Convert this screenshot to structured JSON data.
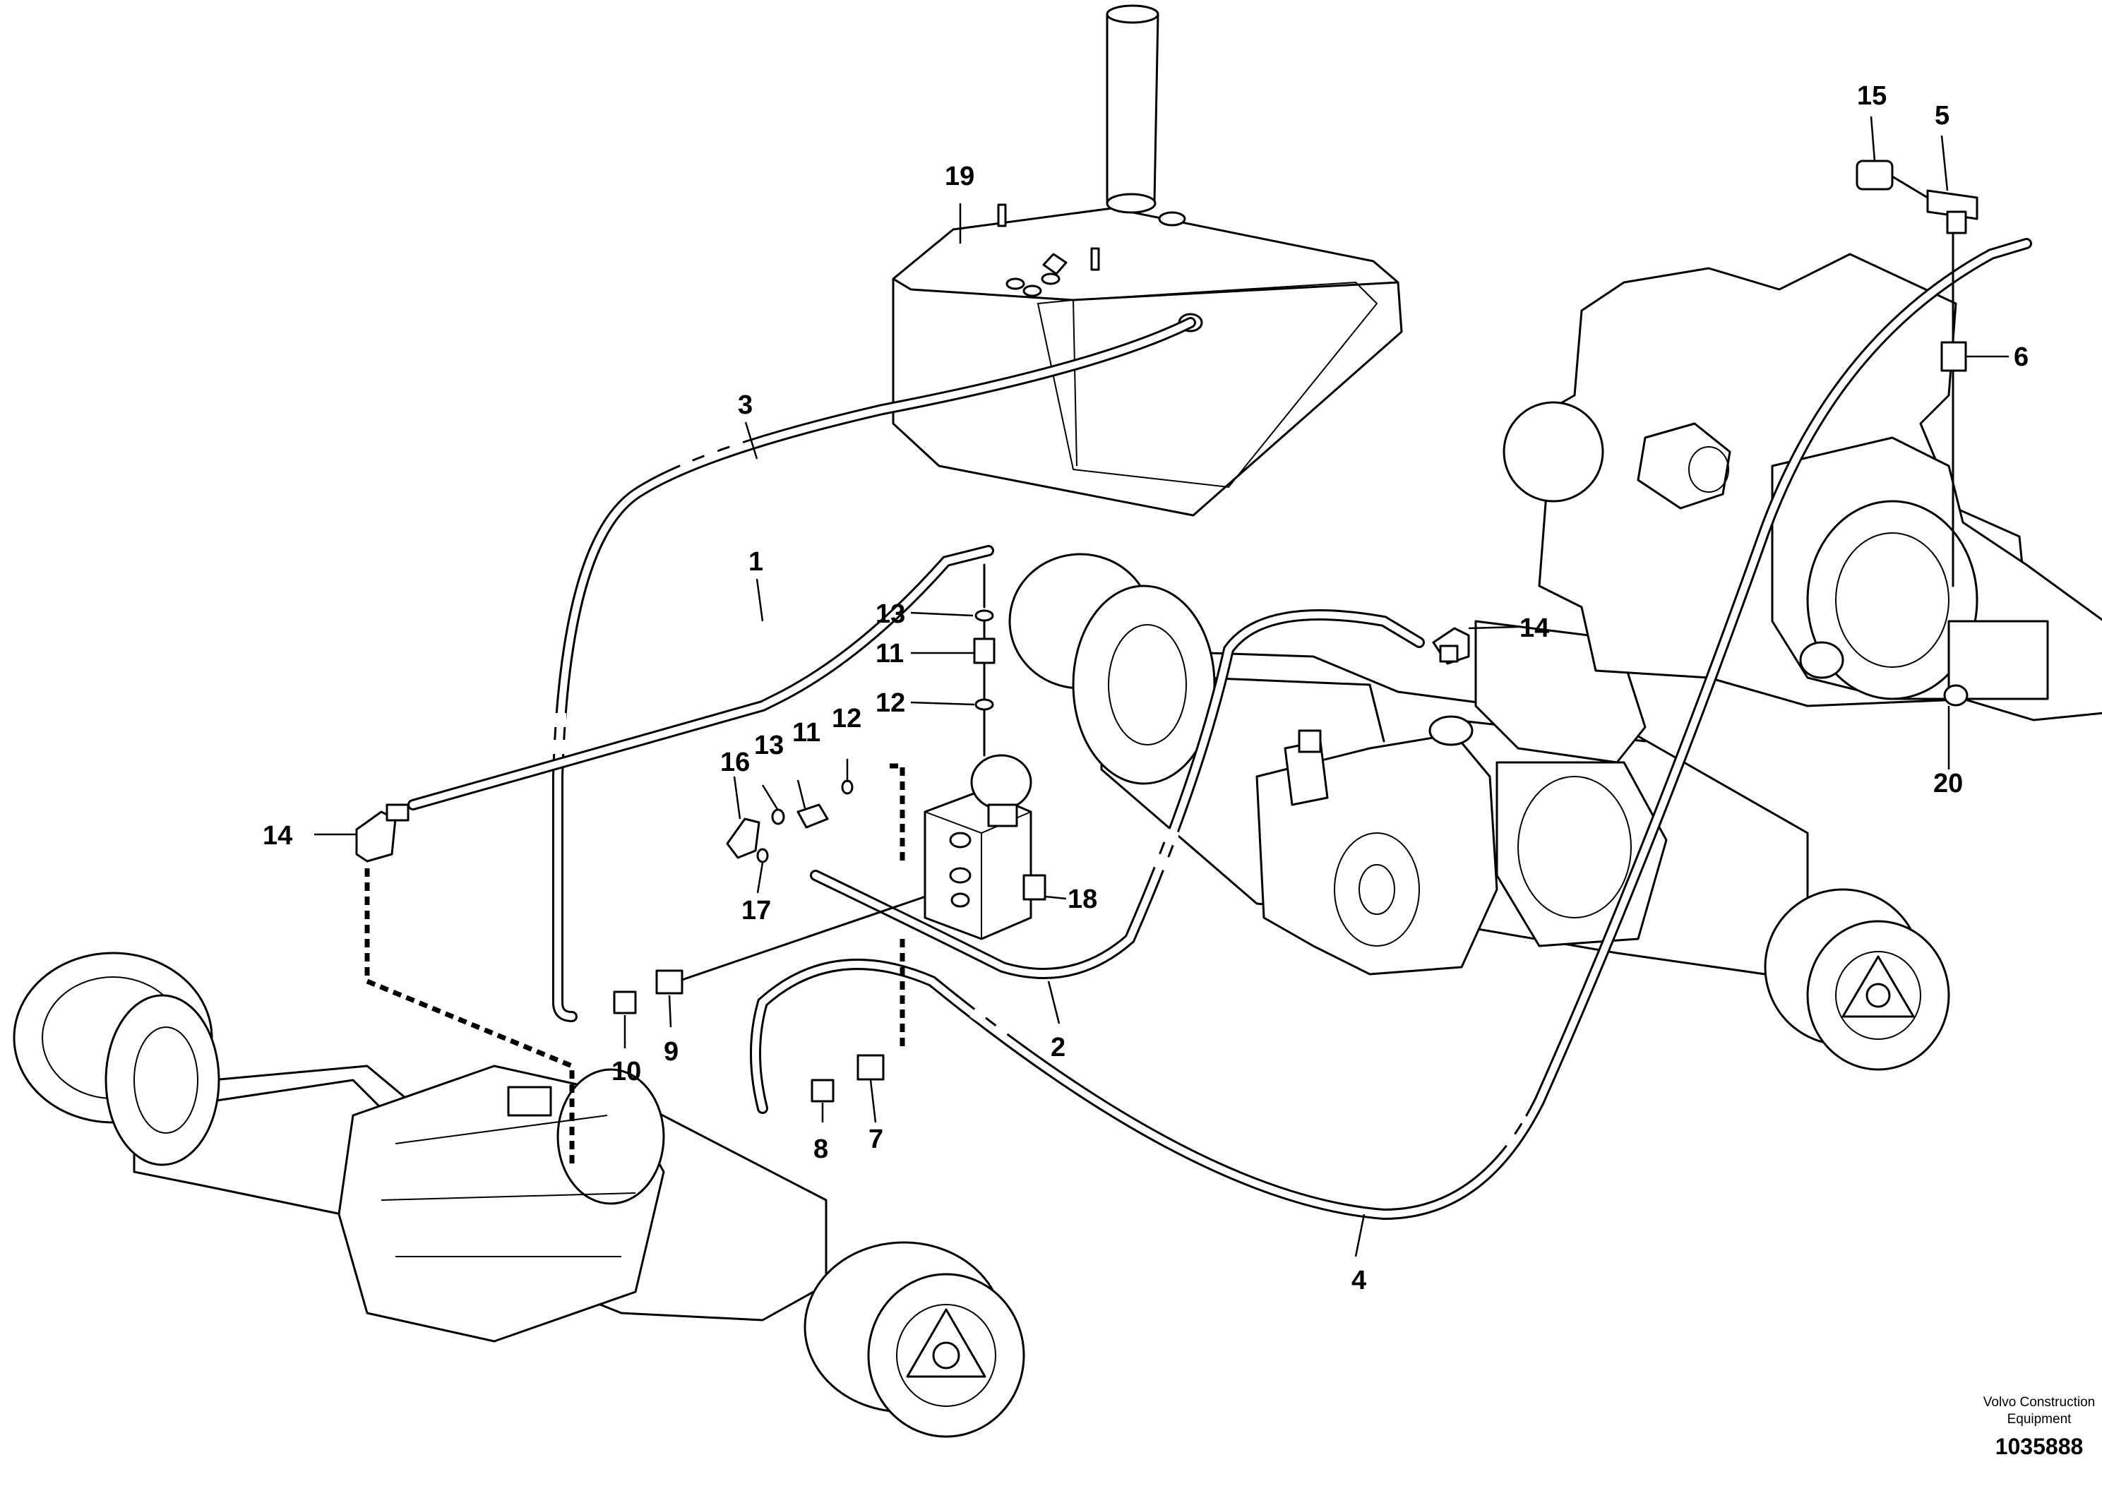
{
  "callouts": {
    "c1": "1",
    "c2": "2",
    "c3": "3",
    "c4": "4",
    "c5": "5",
    "c6": "6",
    "c7": "7",
    "c8": "8",
    "c9": "9",
    "c10": "10",
    "c11a": "11",
    "c11b": "11",
    "c12a": "12",
    "c12b": "12",
    "c13a": "13",
    "c13b": "13",
    "c14a": "14",
    "c14b": "14",
    "c15": "15",
    "c16": "16",
    "c17": "17",
    "c18": "18",
    "c19": "19",
    "c20": "20"
  },
  "footer": {
    "brand_line1": "Volvo Construction",
    "brand_line2": "Equipment",
    "doc_number": "1035888"
  }
}
